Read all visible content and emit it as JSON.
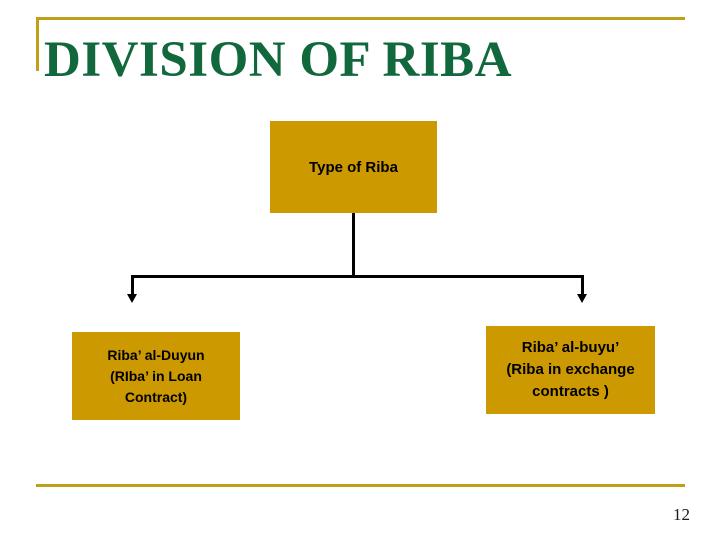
{
  "slide": {
    "title": "DIVISION OF RIBA",
    "page_number": "12",
    "colors": {
      "title_text": "#10683C",
      "rule": "#BFA019",
      "node_fill": "#CC9900",
      "node_text": "#000000",
      "connector": "#000000",
      "background": "#FFFFFF"
    }
  },
  "diagram": {
    "root": {
      "label": "Type of Riba"
    },
    "children": [
      {
        "label": "Riba’ al-Duyun\n(RIba’ in Loan\nContract)"
      },
      {
        "label": "Riba’ al-buyu’\n(Riba in exchange\ncontracts )"
      }
    ]
  }
}
